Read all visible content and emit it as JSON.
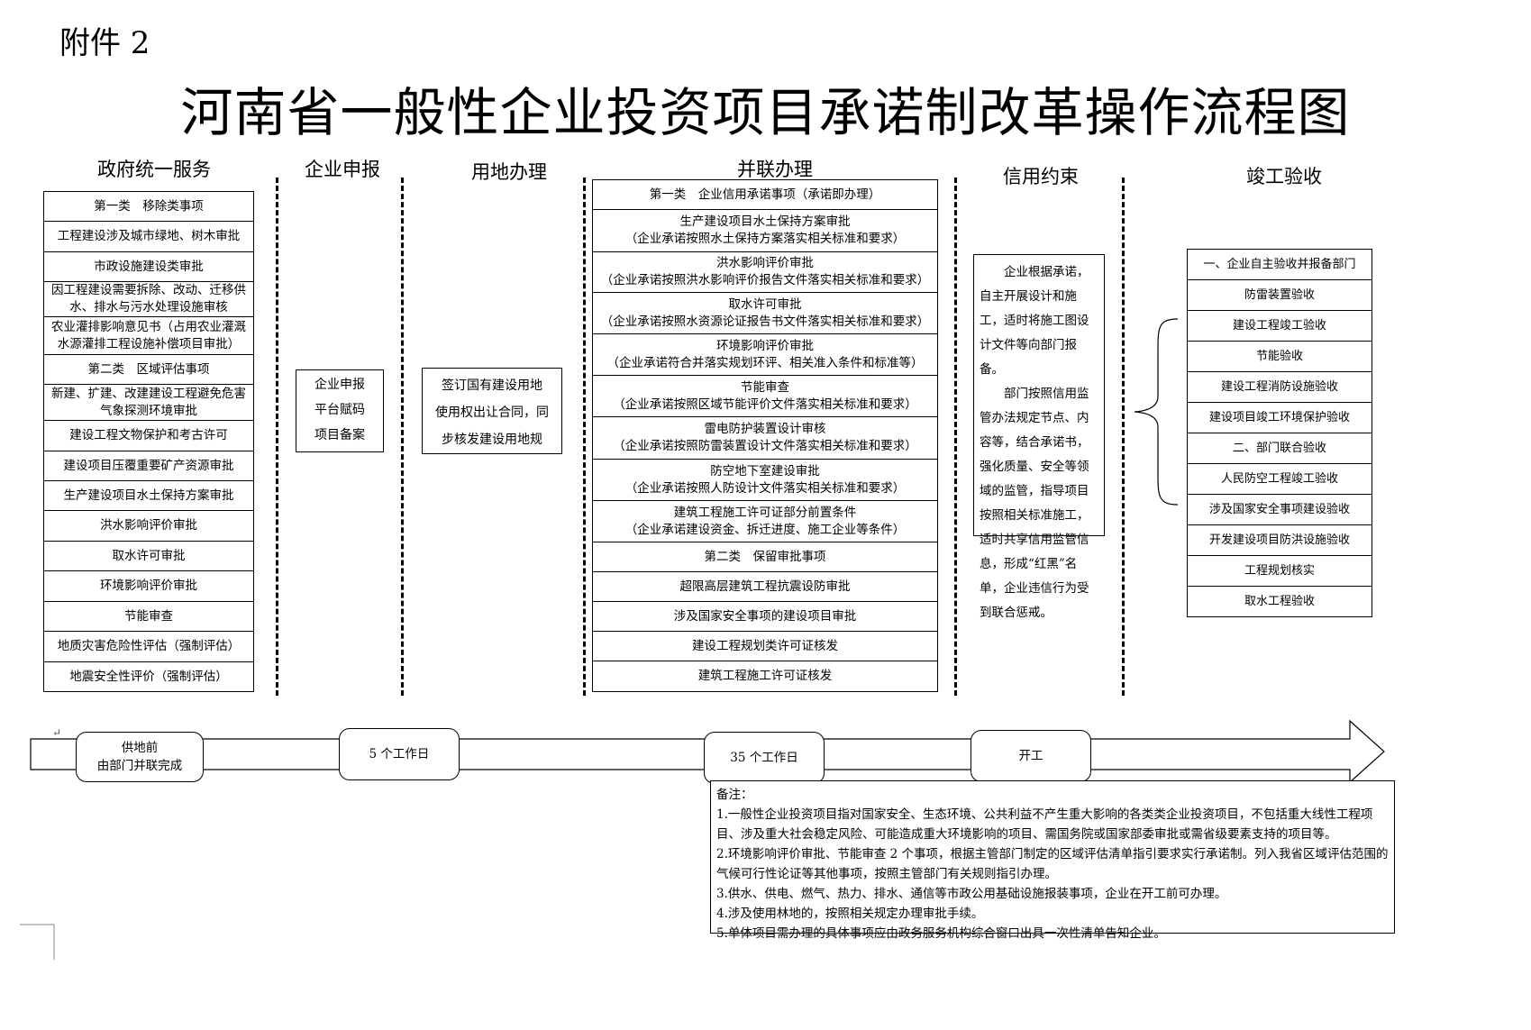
{
  "attachment_label": "附件 2",
  "title": "河南省一般性企业投资项目承诺制改革操作流程图",
  "columns": {
    "gov": "政府统一服务",
    "apply": "企业申报",
    "land": "用地办理",
    "parallel": "并联办理",
    "credit": "信用约束",
    "acceptance": "竣工验收"
  },
  "gov_items": [
    "第一类　移除类事项",
    "工程建设涉及城市绿地、树木审批",
    "市政设施建设类审批",
    "因工程建设需要拆除、改动、迁移供水、排水与污水处理设施审核",
    "农业灌排影响意见书（占用农业灌溉水源灌排工程设施补偿项目审批）",
    "第二类　区域评估事项",
    "新建、扩建、改建建设工程避免危害气象探测环境审批",
    "建设工程文物保护和考古许可",
    "建设项目压覆重要矿产资源审批",
    "生产建设项目水土保持方案审批",
    "洪水影响评价审批",
    "取水许可审批",
    "环境影响评价审批",
    "节能审查",
    "地质灾害危险性评估（强制评估）",
    "地震安全性评价（强制评估）"
  ],
  "apply_box": [
    "企业申报",
    "平台赋码",
    "项目备案"
  ],
  "land_box": [
    "签订国有建设用地",
    "使用权出让合同，同",
    "步核发建设用地规"
  ],
  "parallel_items": [
    [
      "第一类　企业信用承诺事项（承诺即办理）"
    ],
    [
      "生产建设项目水土保持方案审批",
      "（企业承诺按照水土保持方案落实相关标准和要求）"
    ],
    [
      "洪水影响评价审批",
      "（企业承诺按照洪水影响评价报告文件落实相关标准和要求）"
    ],
    [
      "取水许可审批",
      "（企业承诺按照水资源论证报告书文件落实相关标准和要求）"
    ],
    [
      "环境影响评价审批",
      "（企业承诺符合并落实规划环评、相关准入条件和标准等）"
    ],
    [
      "节能审查",
      "（企业承诺按照区域节能评价文件落实相关标准和要求）"
    ],
    [
      "雷电防护装置设计审核",
      "（企业承诺按照防雷装置设计文件落实相关标准和要求）"
    ],
    [
      "防空地下室建设审批",
      "（企业承诺按照人防设计文件落实相关标准和要求）"
    ],
    [
      "建筑工程施工许可证部分前置条件",
      "（企业承诺建设资金、拆迁进度、施工企业等条件）"
    ],
    [
      "第二类　保留审批事项"
    ],
    [
      "超限高层建筑工程抗震设防审批"
    ],
    [
      "涉及国家安全事项的建设项目审批"
    ],
    [
      "建设工程规划类许可证核发"
    ],
    [
      "建筑工程施工许可证核发"
    ]
  ],
  "credit_text": [
    "企业根据承诺，自主开展设计和施工，适时将施工图设计文件等向部门报备。",
    "部门按照信用监管办法规定节点、内容等，结合承诺书，强化质量、安全等领域的监管，指导项目按照相关标准施工，适时共享信用监管信息，形成“红黑”名单，企业违信行为受到联合惩戒。"
  ],
  "acceptance_items": [
    "一、企业自主验收并报备部门",
    "防雷装置验收",
    "建设工程竣工验收",
    "节能验收",
    "建设工程消防设施验收",
    "建设项目竣工环境保护验收",
    "二、部门联合验收",
    "人民防空工程竣工验收",
    "涉及国家安全事项建设验收",
    "开发建设项目防洪设施验收",
    "工程规划核实",
    "取水工程验收"
  ],
  "timeline": {
    "stage1": [
      "供地前",
      "由部门并联完成"
    ],
    "stage2": "5 个工作日",
    "stage3": "35 个工作日",
    "stage4": "开工"
  },
  "notes": [
    "备注：",
    "1.一般性企业投资项目指对国家安全、生态环境、公共利益不产生重大影响的各类类企业投资项目，不包括重大线性工程项目、涉及重大社会稳定风险、可能造成重大环境影响的项目、需国务院或国家部委审批或需省级要素支持的项目等。",
    "2.环境影响评价审批、节能审查 2 个事项，根据主管部门制定的区域评估清单指引要求实行承诺制。列入我省区域评估范围的气候可行性论证等其他事项，按照主管部门有关规则指引办理。",
    "3.供水、供电、燃气、热力、排水、通信等市政公用基础设施报装事项，企业在开工前可办理。",
    "4.涉及使用林地的，按照相关规定办理审批手续。",
    "5.单体项目需办理的具体事项应由政务服务机构综合窗口出具一次性清单告知企业。"
  ]
}
